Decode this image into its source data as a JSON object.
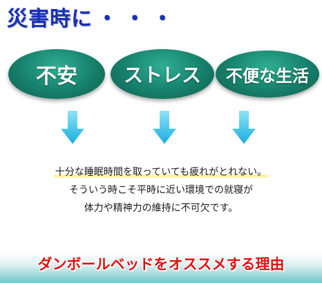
{
  "heading": {
    "text": "災害時に",
    "dots": "・・・"
  },
  "bubbles": [
    {
      "label": "不安"
    },
    {
      "label": "ストレス"
    },
    {
      "label": "不便な生活"
    }
  ],
  "description": {
    "line1": "十分な睡眠時間を取っていても疲れがとれない。",
    "line2": "そういう時こそ平時に近い環境での就寝が",
    "line3": "体力や精神力の維持に不可欠です。"
  },
  "banner": {
    "text": "ダンボールベッドをオススメする理由"
  },
  "colors": {
    "heading": "#1a2fb3",
    "bubble": "#16806b",
    "arrow": "#3cc6e8",
    "banner_text": "#e01010",
    "banner_bg": "#6fc7cc"
  },
  "icons": [
    "arrow-down-icon",
    "arrow-down-icon",
    "arrow-down-icon"
  ]
}
